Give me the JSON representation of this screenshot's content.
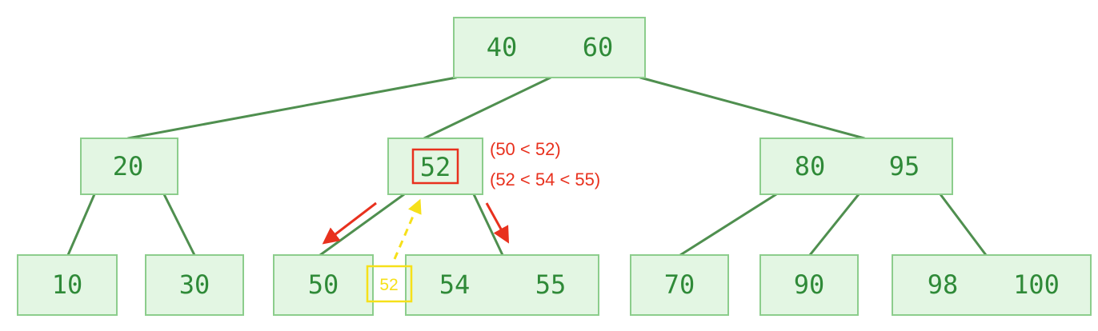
{
  "tree": {
    "root": {
      "keys": [
        "40",
        "60"
      ]
    },
    "level1": [
      {
        "keys": [
          "20"
        ]
      },
      {
        "keys": [
          "52"
        ]
      },
      {
        "keys": [
          "80",
          "95"
        ]
      }
    ],
    "leaves": [
      {
        "keys": [
          "10"
        ]
      },
      {
        "keys": [
          "30"
        ]
      },
      {
        "keys": [
          "50"
        ]
      },
      {
        "keys": [
          "54",
          "55"
        ]
      },
      {
        "keys": [
          "70"
        ]
      },
      {
        "keys": [
          "90"
        ]
      },
      {
        "keys": [
          "98",
          "100"
        ]
      }
    ]
  },
  "annotations": {
    "compare_left": "(50 < 52)",
    "compare_right": "(52 < 54 < 55)",
    "moving_key": "52"
  },
  "colors": {
    "node_fill": "#e3f6e3",
    "node_border": "#8ccd8c",
    "text": "#2f8a38",
    "edge": "#4f8f4f",
    "highlight_red": "#e8311e",
    "highlight_yellow": "#f6e01a"
  }
}
